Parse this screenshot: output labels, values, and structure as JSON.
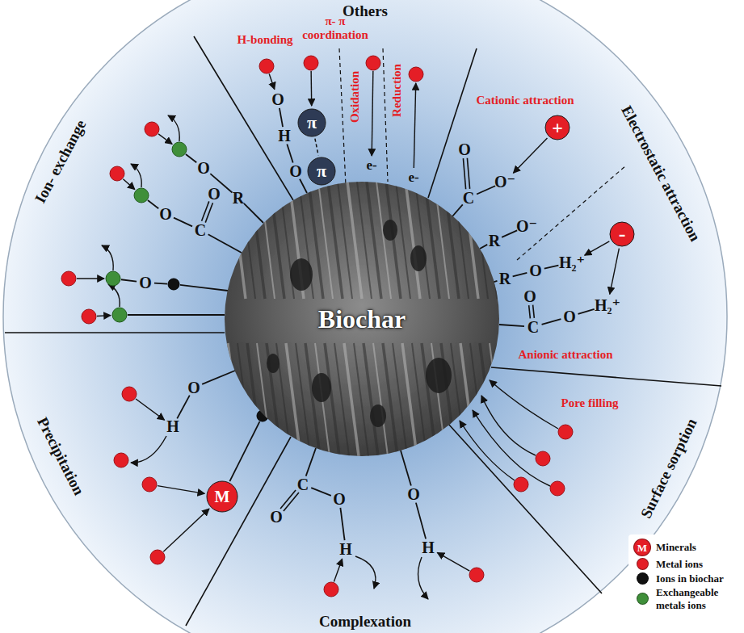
{
  "diagram": {
    "nodes": [
      {
        "text": [
          "Biochar"
        ]
      },
      {
        "text": [
          "π"
        ]
      },
      {
        "text": [
          "π"
        ]
      },
      {
        "text": [
          "+"
        ]
      },
      {
        "text": [
          "-"
        ]
      },
      {
        "text": [
          "M"
        ]
      }
    ],
    "edges": [
      {
        "from": 1,
        "to": 2,
        "arrow": "none"
      }
    ],
    "labels": [
      "Others",
      "Electrostatic attraction",
      "Surface sorption",
      "Complexation",
      "Precipitation",
      "Ion- exchange",
      "H-bonding",
      "π- π coordination",
      "Oxidation",
      "Reduction",
      "Cationic attraction",
      "Anionic attraction",
      "Pore filling",
      "O",
      "H",
      "O",
      "e-",
      "e-",
      "O",
      "C",
      "O⁻",
      "R",
      "O⁻",
      "R",
      "O",
      "H₂⁺",
      "O",
      "C",
      "O",
      "H₂⁺",
      "O",
      "C",
      "O",
      "H",
      "O",
      "H",
      "H",
      "O",
      "O",
      "R",
      "O",
      "C",
      "O",
      "O",
      "M"
    ],
    "legend": [
      {
        "text": "Minerals",
        "color": "#e41e26"
      },
      {
        "text": "Metal ions",
        "color": "#e41e26"
      },
      {
        "text": "Ions in biochar",
        "color": "#111111"
      },
      {
        "text": "Exchangeable metals ions",
        "color": "#3f8f3a"
      }
    ]
  }
}
